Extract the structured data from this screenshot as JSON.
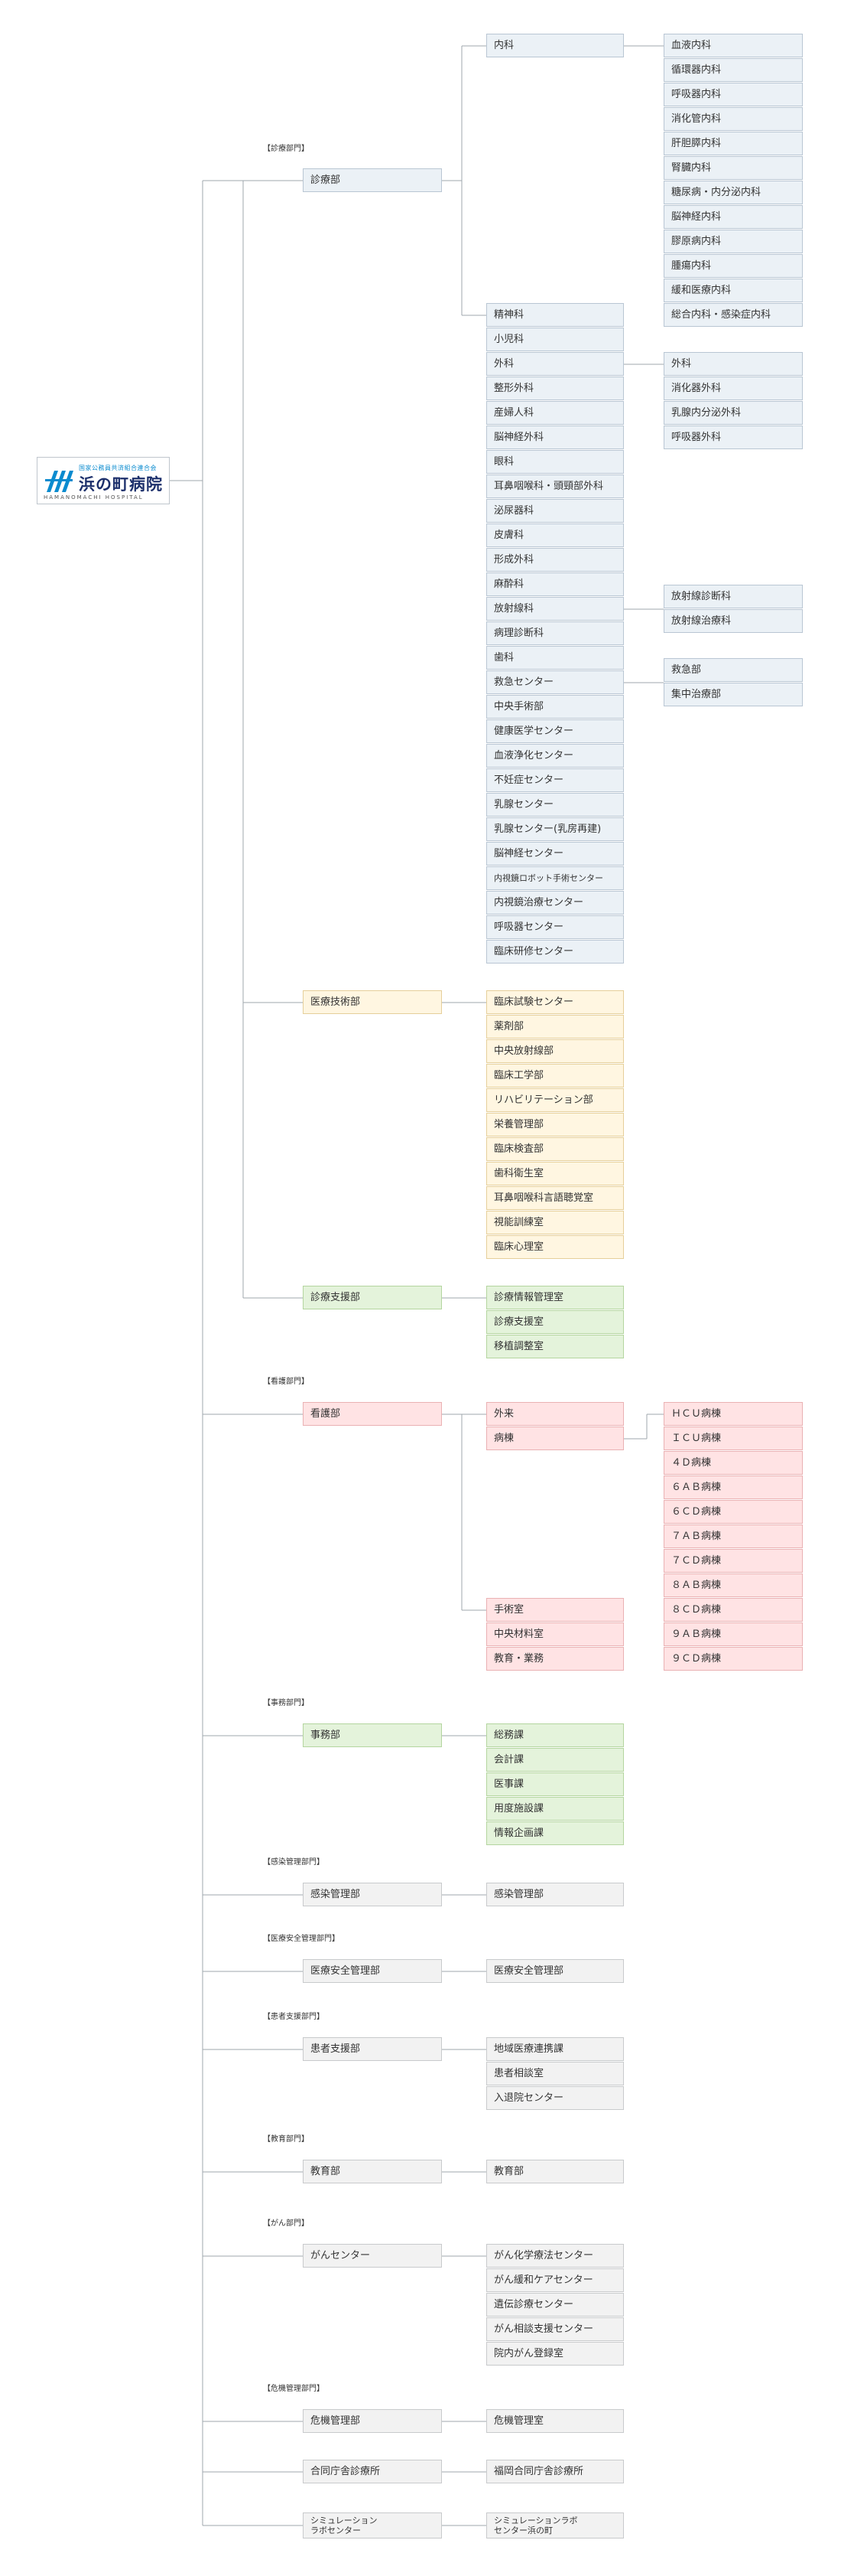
{
  "logo": {
    "subtitle": "国家公務員共済組合連合会",
    "name": "浜の町病院",
    "english": "HAMANOMACHI HOSPITAL",
    "icon": "hospital-logo-mark"
  },
  "colors": {
    "line": "#9fa7ae",
    "gray": "#f2f2f2",
    "blue": "#ebf1f6",
    "cream": "#fff6e1",
    "green": "#e4f3db",
    "pink": "#ffe3e4"
  },
  "sections": {
    "shinryo": "【診療部門】",
    "kango": "【看護部門】",
    "jimu": "【事務部門】",
    "kansen": "【感染管理部門】",
    "iryoanzen": "【医療安全管理部門】",
    "kanja": "【患者支援部門】",
    "kyoiku": "【教育部門】",
    "gan": "【がん部門】",
    "kiki": "【危機管理部門】"
  },
  "departments": {
    "shinryobu": "診療部",
    "iryogijutsubu": "医療技術部",
    "shinryoshienbu": "診療支援部",
    "kangobu": "看護部",
    "jimubu": "事務部",
    "kansenkanribu": "感染管理部",
    "iryoanzenkanribu": "医療安全管理部",
    "kanjashienbu": "患者支援部",
    "kyoikubu": "教育部",
    "gancenter": "がんセンター",
    "kikikanribu": "危機管理部",
    "godochoshinryojo": "合同庁舎診療所",
    "simulation": [
      "シミュレーション",
      "ラボセンター"
    ]
  },
  "naika": "内科",
  "naika_sub": [
    "血液内科",
    "循環器内科",
    "呼吸器内科",
    "消化管内科",
    "肝胆膵内科",
    "腎臓内科",
    "糖尿病・内分泌内科",
    "脳神経内科",
    "膠原病内科",
    "腫瘍内科",
    "緩和医療内科",
    "総合内科・感染症内科"
  ],
  "shinryo_list": [
    "精神科",
    "小児科",
    "外科",
    "整形外科",
    "産婦人科",
    "脳神経外科",
    "眼科",
    "耳鼻咽喉科・頭頸部外科",
    "泌尿器科",
    "皮膚科",
    "形成外科",
    "麻酔科",
    "放射線科",
    "病理診断科",
    "歯科",
    "救急センター",
    "中央手術部",
    "健康医学センター",
    "血液浄化センター",
    "不妊症センター",
    "乳腺センター",
    "乳腺センター(乳房再建)",
    "脳神経センター",
    "内視鏡ロボット手術センター",
    "内視鏡治療センター",
    "呼吸器センター",
    "臨床研修センター"
  ],
  "geka_sub": [
    "外科",
    "消化器外科",
    "乳腺内分泌外科",
    "呼吸器外科"
  ],
  "hoshasen_sub": [
    "放射線診断科",
    "放射線治療科"
  ],
  "kyukyu_sub": [
    "救急部",
    "集中治療部"
  ],
  "gijutsu_list": [
    "臨床試験センター",
    "薬剤部",
    "中央放射線部",
    "臨床工学部",
    "リハビリテーション部",
    "栄養管理部",
    "臨床検査部",
    "歯科衛生室",
    "耳鼻咽喉科言語聴覚室",
    "視能訓練室",
    "臨床心理室"
  ],
  "shien_list": [
    "診療情報管理室",
    "診療支援室",
    "移植調整室"
  ],
  "kango_list_a": [
    "外来",
    "病棟"
  ],
  "kango_list_b": [
    "手術室",
    "中央材料室",
    "教育・業務"
  ],
  "byoto_sub": [
    "ＨＣＵ病棟",
    "ＩＣＵ病棟",
    "４Ｄ病棟",
    "６ＡＢ病棟",
    "６ＣＤ病棟",
    "７ＡＢ病棟",
    "７ＣＤ病棟",
    "８ＡＢ病棟",
    "８ＣＤ病棟",
    "９ＡＢ病棟",
    "９ＣＤ病棟"
  ],
  "jimu_list": [
    "総務課",
    "会計課",
    "医事課",
    "用度施設課",
    "情報企画課"
  ],
  "kansen_list": [
    "感染管理部"
  ],
  "iryoanzen_list": [
    "医療安全管理部"
  ],
  "kanja_list": [
    "地域医療連携課",
    "患者相談室",
    "入退院センター"
  ],
  "kyoiku_list": [
    "教育部"
  ],
  "gan_list": [
    "がん化学療法センター",
    "がん緩和ケアセンター",
    "遺伝診療センター",
    "がん相談支援センター",
    "院内がん登録室"
  ],
  "kiki_list": [
    "危機管理室"
  ],
  "godo_list": [
    "福岡合同庁舎診療所"
  ],
  "sim_list": [
    "シミュレーションラボ",
    "センター浜の町"
  ]
}
